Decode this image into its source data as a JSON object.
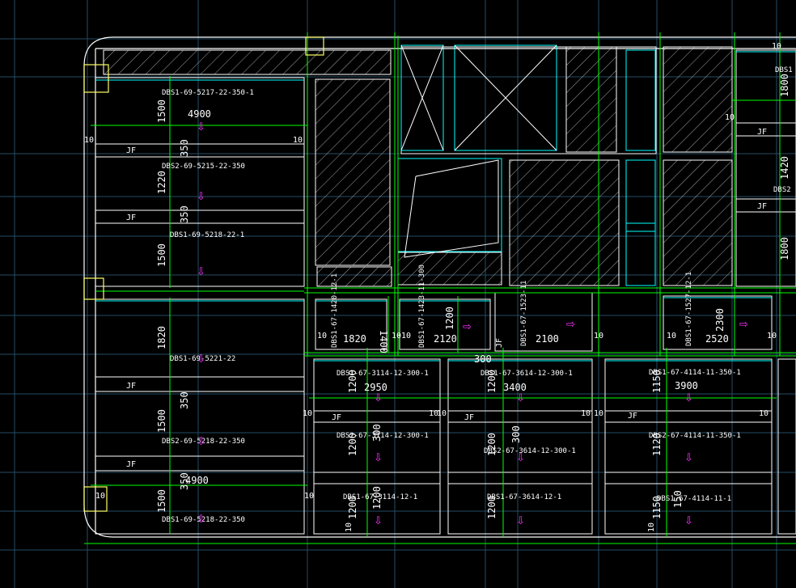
{
  "colors": {
    "background": "#000000",
    "grid": "#264c66",
    "wall": "#ffffff",
    "slab": "#00ffff",
    "rebar": "#00ff00",
    "column": "#ffff66",
    "arrow": "#ff33ff"
  },
  "labels": {
    "a1": "DBS1-69-5217-22-350-1",
    "a2": "DBS2-69-5215-22-350",
    "a3": "DBS1-69-5218-22-1",
    "a4": "DBS1-69-5221-22",
    "a5": "DBS2-69-5218-22-350",
    "a6": "DBS1-69-5218-22-350",
    "b1": "DBS1-67-3114-12-300-1",
    "b2": "DBS2-67-3114-12-300-1",
    "b3": "DBS1-67-3114-12-1",
    "c1": "DBS1-67-3614-12-300-1",
    "c2": "DBS2-67-3614-12-300-1",
    "c3": "DBS1-67-3614-12-1",
    "d1": "DBS1-67-4114-11-350-1",
    "d2": "DBS2-67-4114-11-350-1",
    "d3": "DBS1-67-4114-11-1",
    "r1": "DBS1",
    "r2": "DBS2",
    "v1": "DBS1-67-1420-12-1",
    "v2": "DBS1-67-1423-11-300",
    "v3": "DBS1-67-1523-11",
    "v4": "DBS1-67-1527-12-1"
  },
  "dims": {
    "w4900a": "4900",
    "w4900b": "4900",
    "h1500a": "1500",
    "h350a": "350",
    "h1220": "1220",
    "h350b": "350",
    "h1500b": "1500",
    "h1820": "1820",
    "h350c": "350",
    "h1500c": "1500",
    "h350d": "350",
    "h1500d": "1500",
    "w1820": "1820",
    "w2120": "2120",
    "w2100": "2100",
    "w2520": "2520",
    "h1400": "1400",
    "h1200": "1200",
    "h2300": "2300",
    "w2950": "2950",
    "w3400": "3400",
    "w3900": "3900",
    "h1200a": "1200",
    "h1200b": "1200",
    "h1150a": "1150",
    "h1200c": "1200",
    "h300a": "300",
    "h1200d": "1200",
    "h300b": "300",
    "h1120": "1120",
    "h1200e": "1200",
    "h1200f": "1200",
    "h1200g": "1200",
    "h150": "150",
    "h1150b": "1150",
    "h300c": "300",
    "r1800a": "1800",
    "r1420": "1420",
    "r1800b": "1800",
    "t10a": "10",
    "t10b": "10",
    "t10c": "10",
    "t10d": "10",
    "t10e": "10",
    "t10f": "10",
    "t10g": "10",
    "t10h": "10",
    "t10i": "10",
    "t10j": "10",
    "t10k": "10",
    "t10l": "10",
    "t10m": "10",
    "t10n": "10",
    "t10o": "10",
    "t10p": "10",
    "t10q": "10",
    "t10r": "10",
    "t10s": "10",
    "t10t": "10"
  },
  "jf_label": "JF",
  "arrow_glyph": "⇩",
  "arrow_right_glyph": "⇨"
}
